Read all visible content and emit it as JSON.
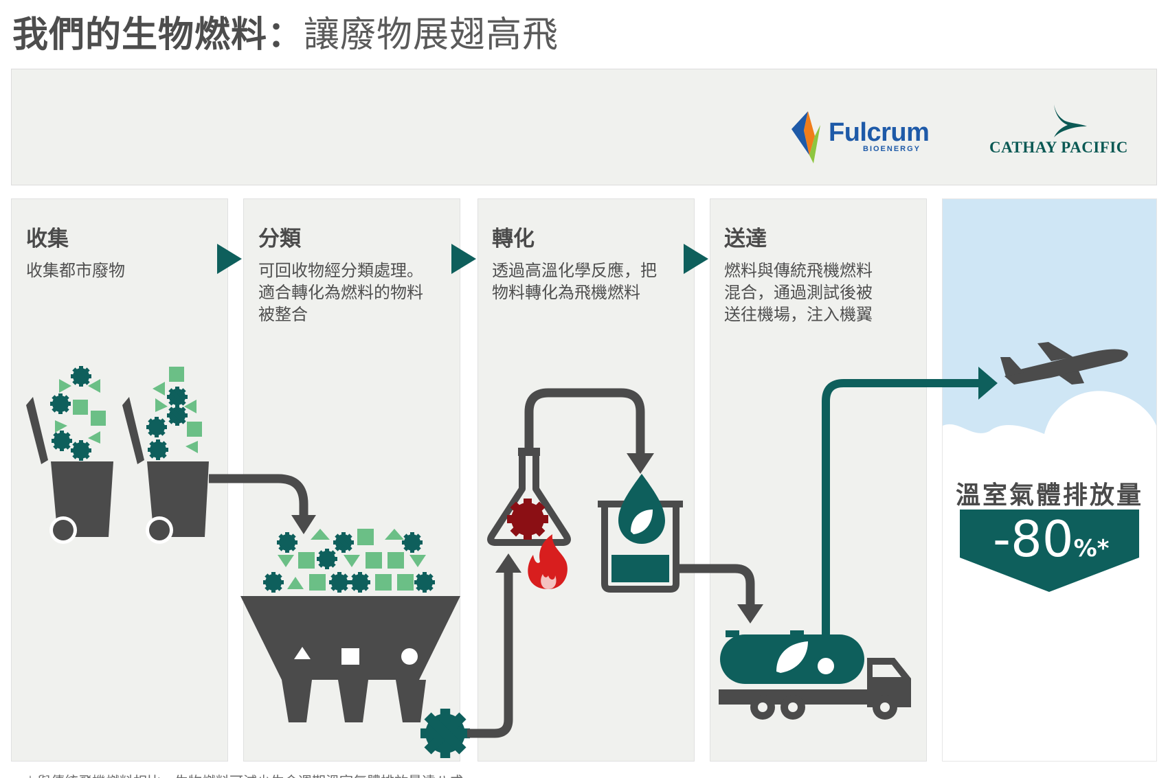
{
  "title": {
    "main": "我們的生物燃料：",
    "sub": "讓廢物展翅高飛"
  },
  "logos": {
    "fulcrum": "Fulcrum",
    "fulcrum_sub": "BIOENERGY",
    "cathay": "CATHAY PACIFIC"
  },
  "steps": [
    {
      "title": "收集",
      "desc": "收集都市廢物"
    },
    {
      "title": "分類",
      "desc": "可回收物經分類處理。\n適合轉化為燃料的物料\n被整合"
    },
    {
      "title": "轉化",
      "desc": "透過高溫化學反應，把\n物料轉化為飛機燃料"
    },
    {
      "title": "送達",
      "desc": "燃料與傳統飛機燃料\n混合，通過測試後被\n送往機場，注入機翼"
    }
  ],
  "result": {
    "label": "溫室氣體排放量",
    "value": "-80",
    "unit": "%*"
  },
  "footnote": "＊與傳統飛機燃料相比，生物燃料可減少生命週期溫室氣體排放量達八成",
  "colors": {
    "teal": "#0e5f5c",
    "green": "#6bbf86",
    "dark": "#4b4b4b",
    "red": "#b3121b",
    "sky": "#cfe6f5",
    "panel": "#f0f1ee"
  },
  "icons": [
    "trash-bin-icon",
    "sorting-hopper-icon",
    "flask-icon",
    "flame-icon",
    "fuel-beaker-icon",
    "leaf-icon",
    "fuel-truck-icon",
    "airplane-icon",
    "cloud-icon",
    "arrow-right-icon"
  ]
}
